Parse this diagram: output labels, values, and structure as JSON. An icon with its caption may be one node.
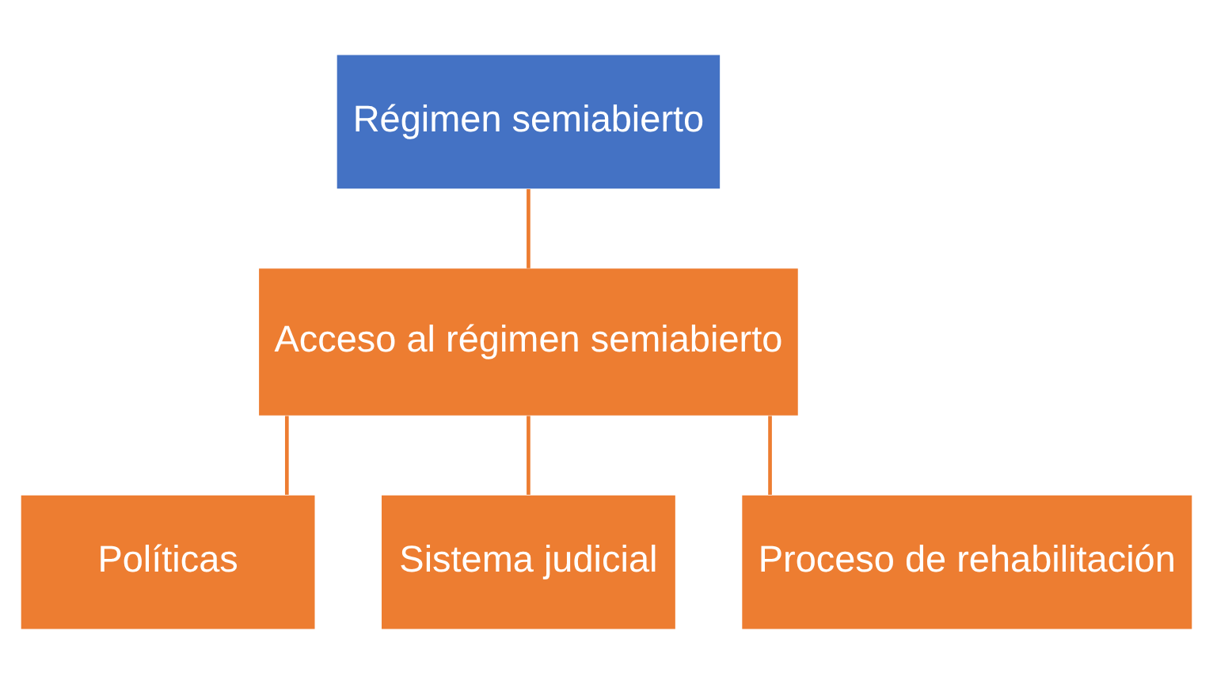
{
  "diagram": {
    "nodes": [
      {
        "text": [
          "Régimen semiabierto"
        ]
      },
      {
        "text": [
          "Acceso al régimen semiabierto"
        ]
      },
      {
        "text": [
          "Políticas"
        ]
      },
      {
        "text": [
          "Sistema judicial"
        ]
      },
      {
        "text": [
          "Proceso de rehabilitación"
        ]
      }
    ],
    "edges": [
      {
        "from": 0,
        "to": 1,
        "arrow": "none"
      },
      {
        "from": 1,
        "to": 2,
        "arrow": "none"
      },
      {
        "from": 1,
        "to": 3,
        "arrow": "none"
      },
      {
        "from": 1,
        "to": 4,
        "arrow": "none"
      }
    ]
  }
}
